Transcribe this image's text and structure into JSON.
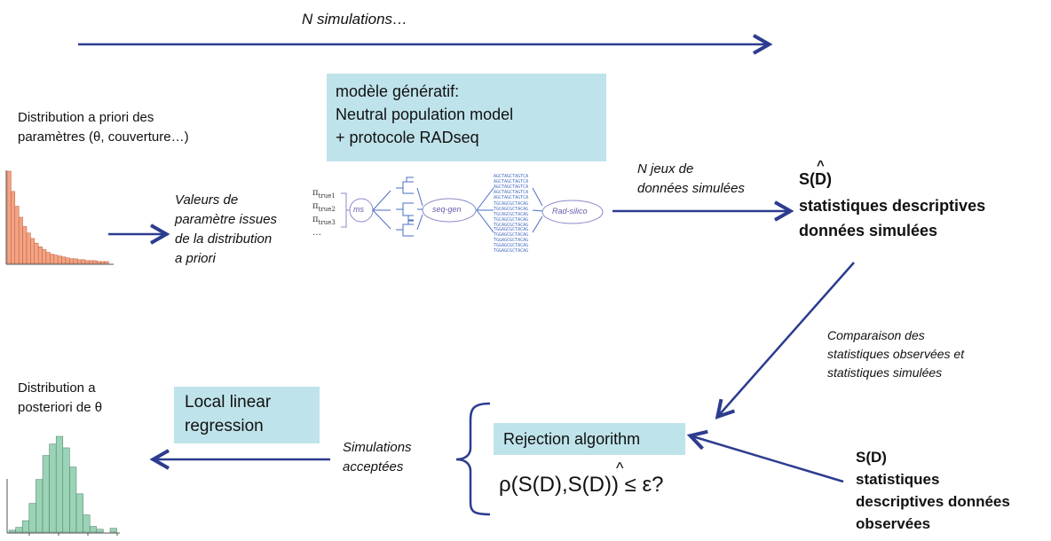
{
  "colors": {
    "arrow": "#2c3c8f",
    "box": "#bfe3ea",
    "prior_bar": "#f4a383",
    "posterior_bar": "#9bd3b6"
  },
  "top_label": "N simulations…",
  "prior": {
    "lines": [
      "Distribution a priori des",
      "paramètres (θ, couverture…)"
    ]
  },
  "generative_box": {
    "lines": [
      "modèle génératif:",
      "Neutral population model",
      "+ protocole RADseq"
    ]
  },
  "param_values": {
    "lines": [
      "Valeurs de",
      "paramètre issues",
      "de la distribution",
      "a priori"
    ]
  },
  "pipeline": {
    "pi_labels": [
      "π",
      "π",
      "π",
      "…"
    ],
    "pi_subs": [
      "true1",
      "true2",
      "true3",
      ""
    ],
    "nodes": [
      "ms",
      "seq-gen",
      "Rad-silico"
    ],
    "sequences_top": [
      "AGCTAGCTAGTCA",
      "AGCTAGCTAGTCA",
      "AGCTAGCTAGTCA",
      "AGCTAGCTAGTCA",
      "AGCTAGCTAGTCA"
    ],
    "sequences_mid": [
      "TGCAGCGCTACAG",
      "TGCAGCGCTACAG",
      "TGCAGCGCTACAG",
      "TGCAGCGCTACAG",
      "TGCAGCGCTACAG"
    ],
    "sequences_bot": [
      "TGGAGCGCTACAG",
      "TGGAGCGCTACAG",
      "TGGAGCGCTACAG",
      "TGGAGCGCTACAG",
      "TGGAGCGCTACAG"
    ]
  },
  "sim_datasets": {
    "lines": [
      "N jeux de",
      "données simulées"
    ]
  },
  "sim_stats": {
    "symbol": "S(D)",
    "hat": "^",
    "lines": [
      "statistiques descriptives",
      "données simulées"
    ]
  },
  "comparison": {
    "lines": [
      "Comparaison des",
      "statistiques observées et",
      "statistiques simulées"
    ]
  },
  "rejection": {
    "title": "Rejection algorithm",
    "formula_a": "ρ(S(D),S(D)) ≤ ε?",
    "hat": "^"
  },
  "accepted": {
    "lines": [
      "Simulations",
      "acceptées"
    ]
  },
  "regression_box": {
    "lines": [
      "Local linear",
      "regression"
    ]
  },
  "posterior": {
    "lines": [
      "Distribution a",
      "posteriori de θ"
    ]
  },
  "obs_stats": {
    "lines": [
      "S(D)",
      "statistiques",
      "descriptives données",
      "observées"
    ]
  }
}
